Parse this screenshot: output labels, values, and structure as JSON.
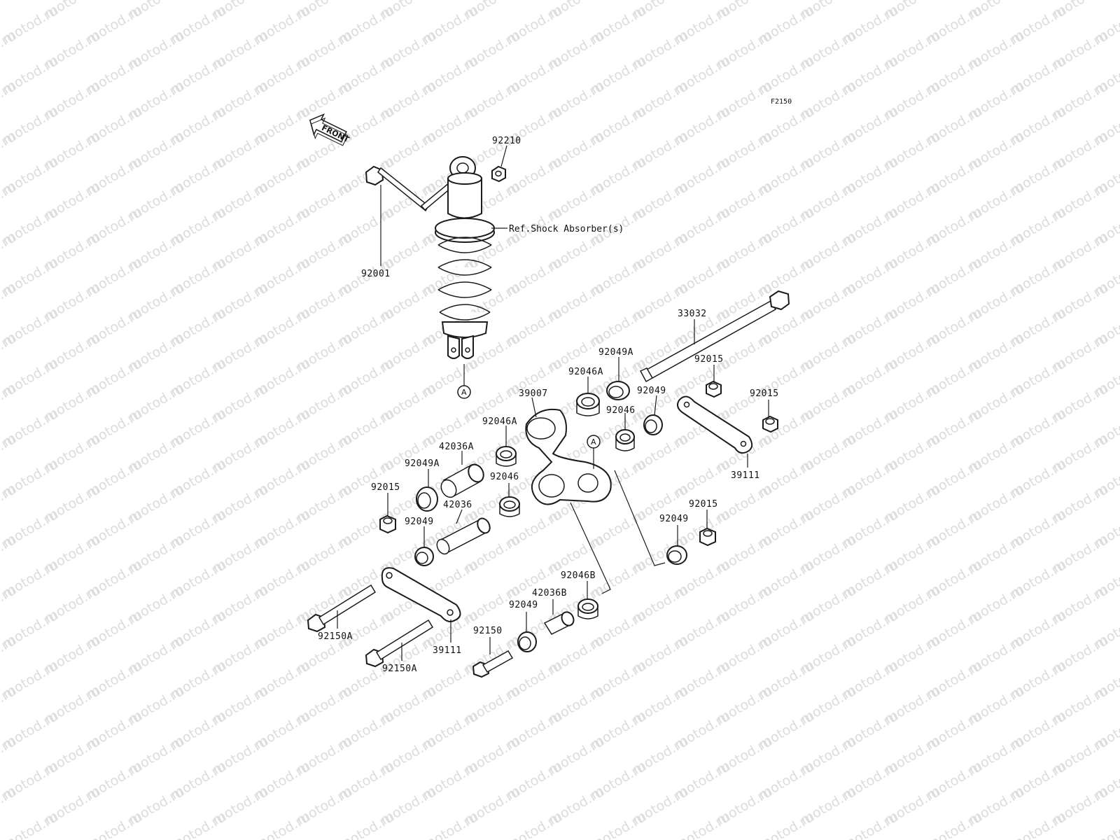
{
  "figure_code": "F2150",
  "front_arrow_label": "FRONT",
  "watermark_text": "motod.ru",
  "reference_label": "Ref.Shock Absorber(s)",
  "connector_marker": "A",
  "parts": [
    {
      "id": "p-92210",
      "label": "92210"
    },
    {
      "id": "p-92001",
      "label": "92001"
    },
    {
      "id": "p-33032",
      "label": "33032"
    },
    {
      "id": "p-92049a-top",
      "label": "92049A"
    },
    {
      "id": "p-92046a-top",
      "label": "92046A"
    },
    {
      "id": "p-92015-a",
      "label": "92015"
    },
    {
      "id": "p-92015-b",
      "label": "92015"
    },
    {
      "id": "p-39007",
      "label": "39007"
    },
    {
      "id": "p-92049-top",
      "label": "92049"
    },
    {
      "id": "p-92046-right",
      "label": "92046"
    },
    {
      "id": "p-92046a-mid",
      "label": "92046A"
    },
    {
      "id": "p-42036a",
      "label": "42036A"
    },
    {
      "id": "p-39111-right",
      "label": "39111"
    },
    {
      "id": "p-92049a-left",
      "label": "92049A"
    },
    {
      "id": "p-92046-mid",
      "label": "92046"
    },
    {
      "id": "p-92015-c",
      "label": "92015"
    },
    {
      "id": "p-42036",
      "label": "42036"
    },
    {
      "id": "p-92015-d",
      "label": "92015"
    },
    {
      "id": "p-92049-left",
      "label": "92049"
    },
    {
      "id": "p-92049-right",
      "label": "92049"
    },
    {
      "id": "p-92046b",
      "label": "92046B"
    },
    {
      "id": "p-42036b",
      "label": "42036B"
    },
    {
      "id": "p-92049-bottom",
      "label": "92049"
    },
    {
      "id": "p-92150a-a",
      "label": "92150A"
    },
    {
      "id": "p-39111-left",
      "label": "39111"
    },
    {
      "id": "p-92150",
      "label": "92150"
    },
    {
      "id": "p-92150a-b",
      "label": "92150A"
    }
  ]
}
